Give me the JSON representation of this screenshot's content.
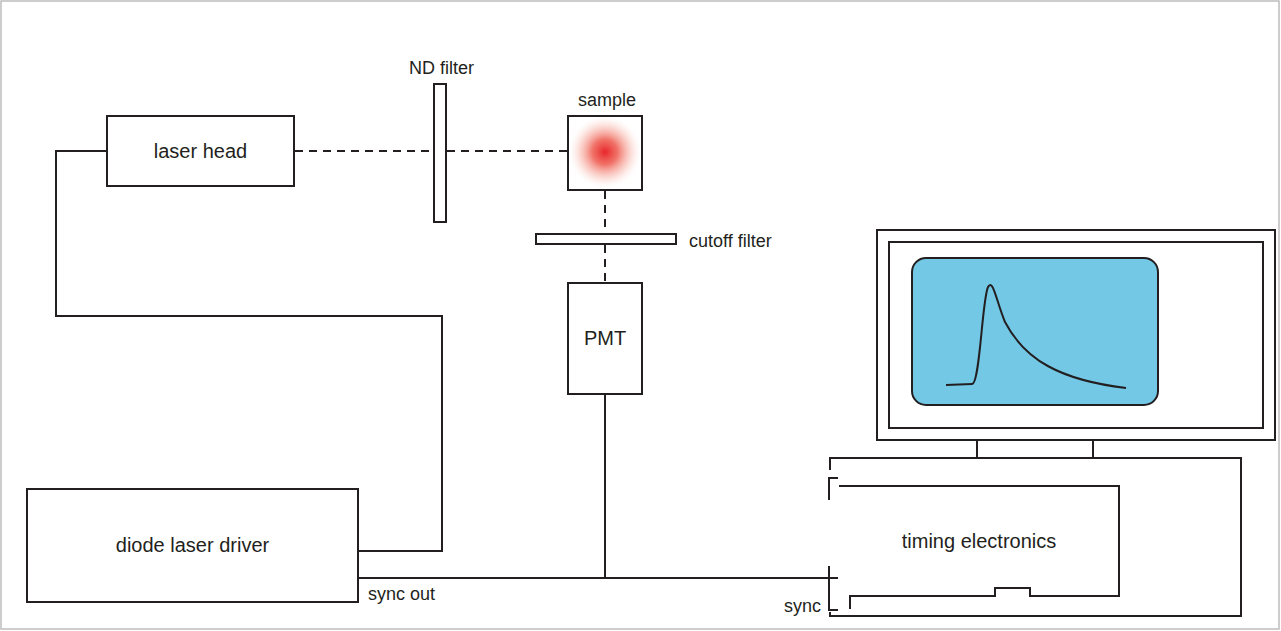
{
  "diagram": {
    "nodes": [
      {
        "text": [
          "laser head"
        ]
      },
      {
        "text": [
          "ND filter"
        ]
      },
      {
        "text": [
          "sample"
        ]
      },
      {
        "text": [
          "cutoff filter"
        ]
      },
      {
        "text": [
          "PMT"
        ]
      },
      {
        "text": [
          "diode laser driver"
        ]
      },
      {
        "text": [
          "timing electronics"
        ]
      }
    ],
    "edges": [
      {
        "from": 5,
        "to": 0,
        "arrow": "none"
      },
      {
        "from": 0,
        "to": 1,
        "arrow": "none"
      },
      {
        "from": 1,
        "to": 2,
        "arrow": "none"
      },
      {
        "from": 2,
        "to": 3,
        "arrow": "none"
      },
      {
        "from": 3,
        "to": 4,
        "arrow": "none"
      },
      {
        "from": 4,
        "to": 6,
        "arrow": "none"
      },
      {
        "from": 5,
        "to": 6,
        "arrow": "none"
      }
    ],
    "labels": [
      "sync out",
      "sync"
    ]
  }
}
